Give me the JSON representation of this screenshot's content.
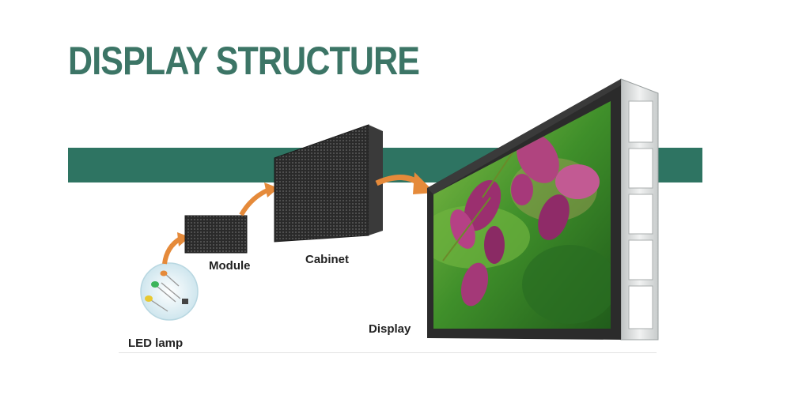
{
  "title": "DISPLAY STRUCTURE",
  "labels": {
    "led_lamp": "LED lamp",
    "module": "Module",
    "cabinet": "Cabinet",
    "display": "Display"
  },
  "colors": {
    "title": "#3c7566",
    "band": "#2e7462",
    "arrow": "#e58a3a",
    "frame": "#2b2b2b",
    "rack": "#d9dcdc"
  },
  "icons": [
    "led-lamp-icon",
    "module-panel-icon",
    "cabinet-panel-icon",
    "display-screen-icon",
    "flow-arrow-icon"
  ]
}
